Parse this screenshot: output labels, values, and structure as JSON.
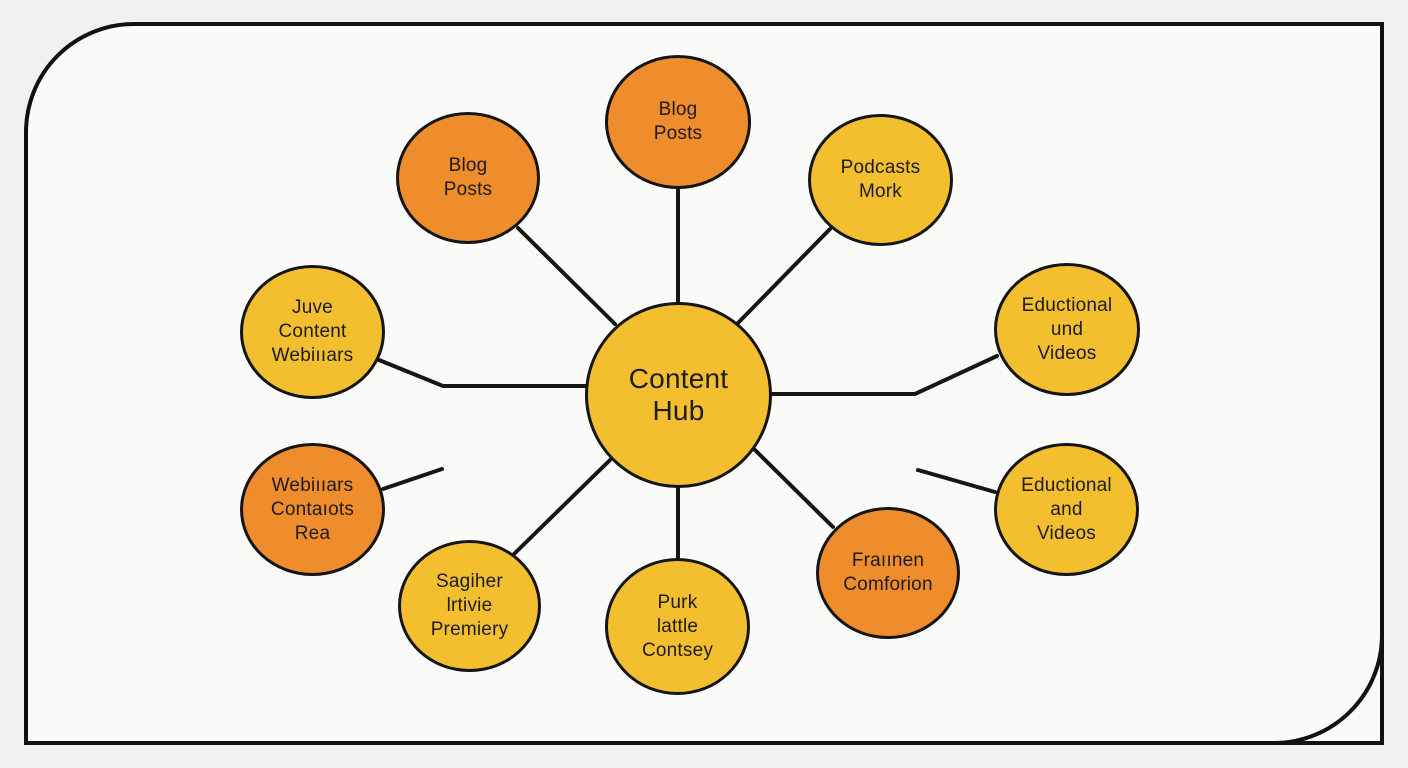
{
  "diagram": {
    "colors": {
      "background": "#f1f1ef",
      "panel": "#fafaf8",
      "outline": "#111111",
      "yellow_node": "#f4bf2e",
      "orange_node": "#ef8c2b"
    },
    "hub": {
      "label": "Content\nHub",
      "color": "yellow"
    },
    "nodes": [
      {
        "id": "blog-posts-top",
        "label": "Blog\nPosts",
        "color": "orange"
      },
      {
        "id": "blog-posts-left",
        "label": "Blog\nPosts",
        "color": "orange"
      },
      {
        "id": "podcasts-mork",
        "label": "Podcasts\nMork",
        "color": "yellow"
      },
      {
        "id": "juve-content-webinars",
        "label": "Juve\nContent\nWebiııars",
        "color": "yellow"
      },
      {
        "id": "eductional-videos-upper",
        "label": "Eductional\nund\nVideos",
        "color": "yellow"
      },
      {
        "id": "webinars-contaiots-rea",
        "label": "Webiııars\nContaıots\nRea",
        "color": "orange"
      },
      {
        "id": "eductional-videos-lower",
        "label": "Eductional\nand\nVideos",
        "color": "yellow"
      },
      {
        "id": "sagiher-lrtivie-premiery",
        "label": "Sagiher\nlrtivie\nPremiery",
        "color": "yellow"
      },
      {
        "id": "purk-latte-contsey",
        "label": "Purk\nlattle\nContsey",
        "color": "yellow"
      },
      {
        "id": "fraınen-comforion",
        "label": "Fraıınen\nComforion",
        "color": "orange"
      }
    ]
  }
}
